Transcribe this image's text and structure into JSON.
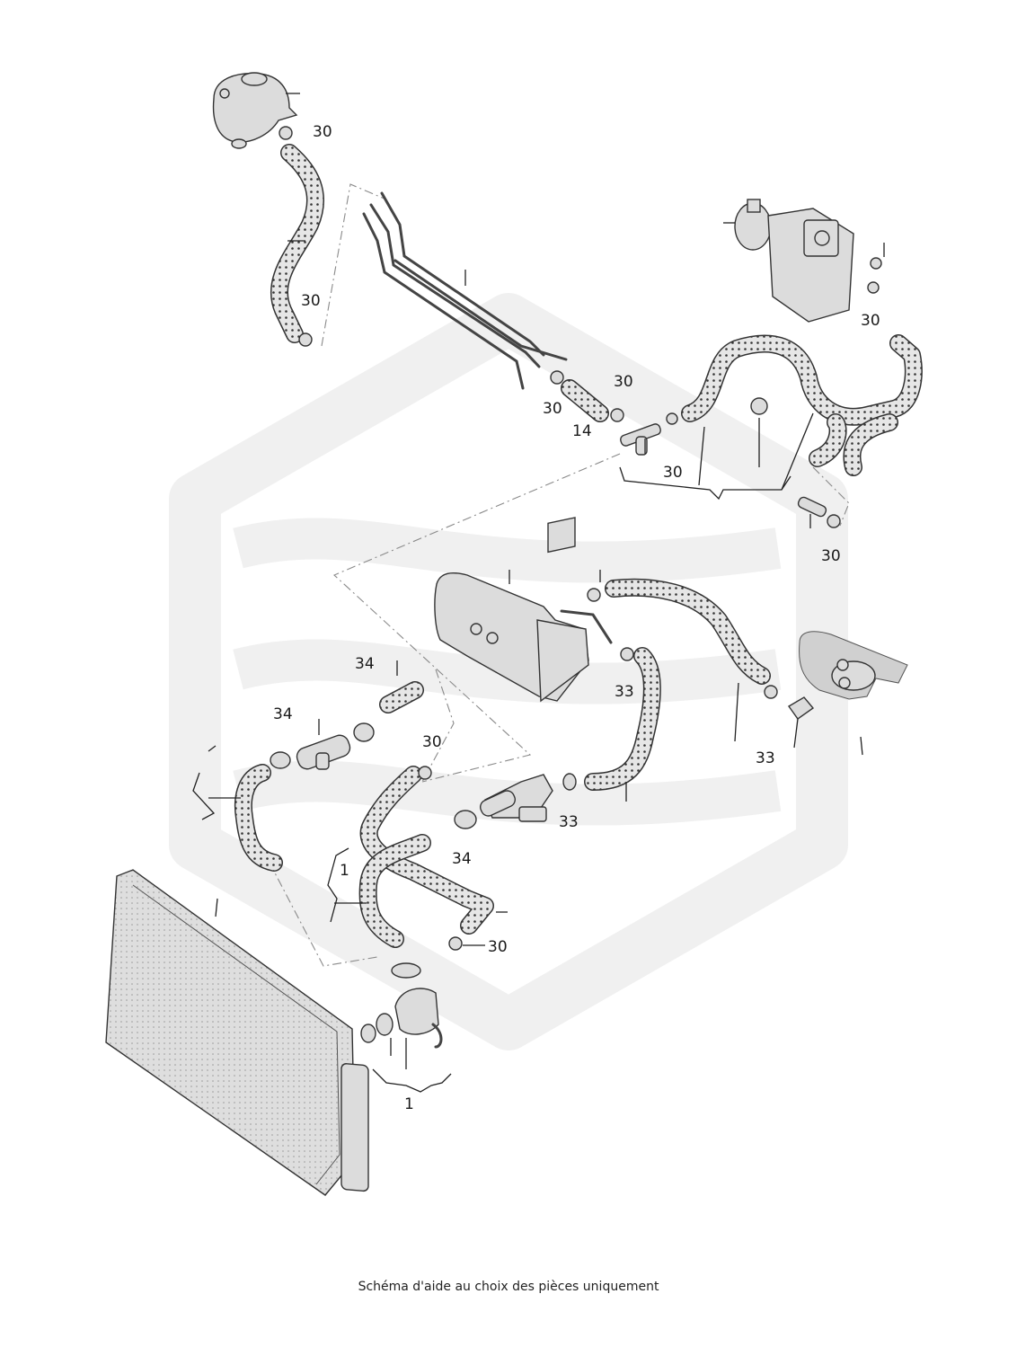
{
  "footer": {
    "text": "Schéma d'aide au choix des pièces uniquement"
  },
  "labels": {
    "top_clamp": "30",
    "exp_tank_hose_clamp": "30",
    "oil_cooler_clamp_left": "30",
    "oil_cooler_clamp_right": "30",
    "hose_14": "14",
    "tee_clamp": "30",
    "egr_clamp": "30",
    "right_connector_clamp": "30",
    "cooler_clamp": "33",
    "heater_clamp": "33",
    "thermostat_clamp": "33",
    "left_clamp_upper": "34",
    "left_clamp_lower": "34",
    "flange_clamp": "34",
    "middle_hose_clamp": "30",
    "lower_hose_clamp": "30",
    "hose_group_mid": "1",
    "hose_group_bottom": "1"
  },
  "colors": {
    "part_fill": "#dcdcdc",
    "outline": "#333333",
    "watermark": "#f0f0f0"
  }
}
